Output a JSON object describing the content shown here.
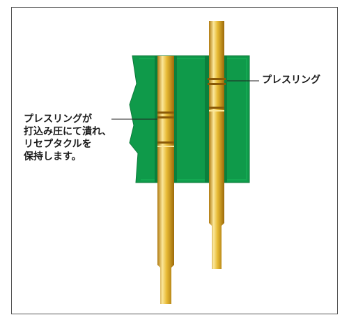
{
  "labels": {
    "press_ring_right": "プレスリング",
    "press_ring_left_lines": [
      "プレスリングが",
      "打込み圧にて潰れ、",
      "リセプタクルを",
      "保持します。"
    ]
  },
  "colors": {
    "board_green": "#0f9a4a",
    "board_edge": "#0c7a3a",
    "pin_gold_light": "#fbe79a",
    "pin_gold_mid": "#e3b226",
    "pin_gold_dark": "#a8720c",
    "frame_border": "#555555"
  }
}
